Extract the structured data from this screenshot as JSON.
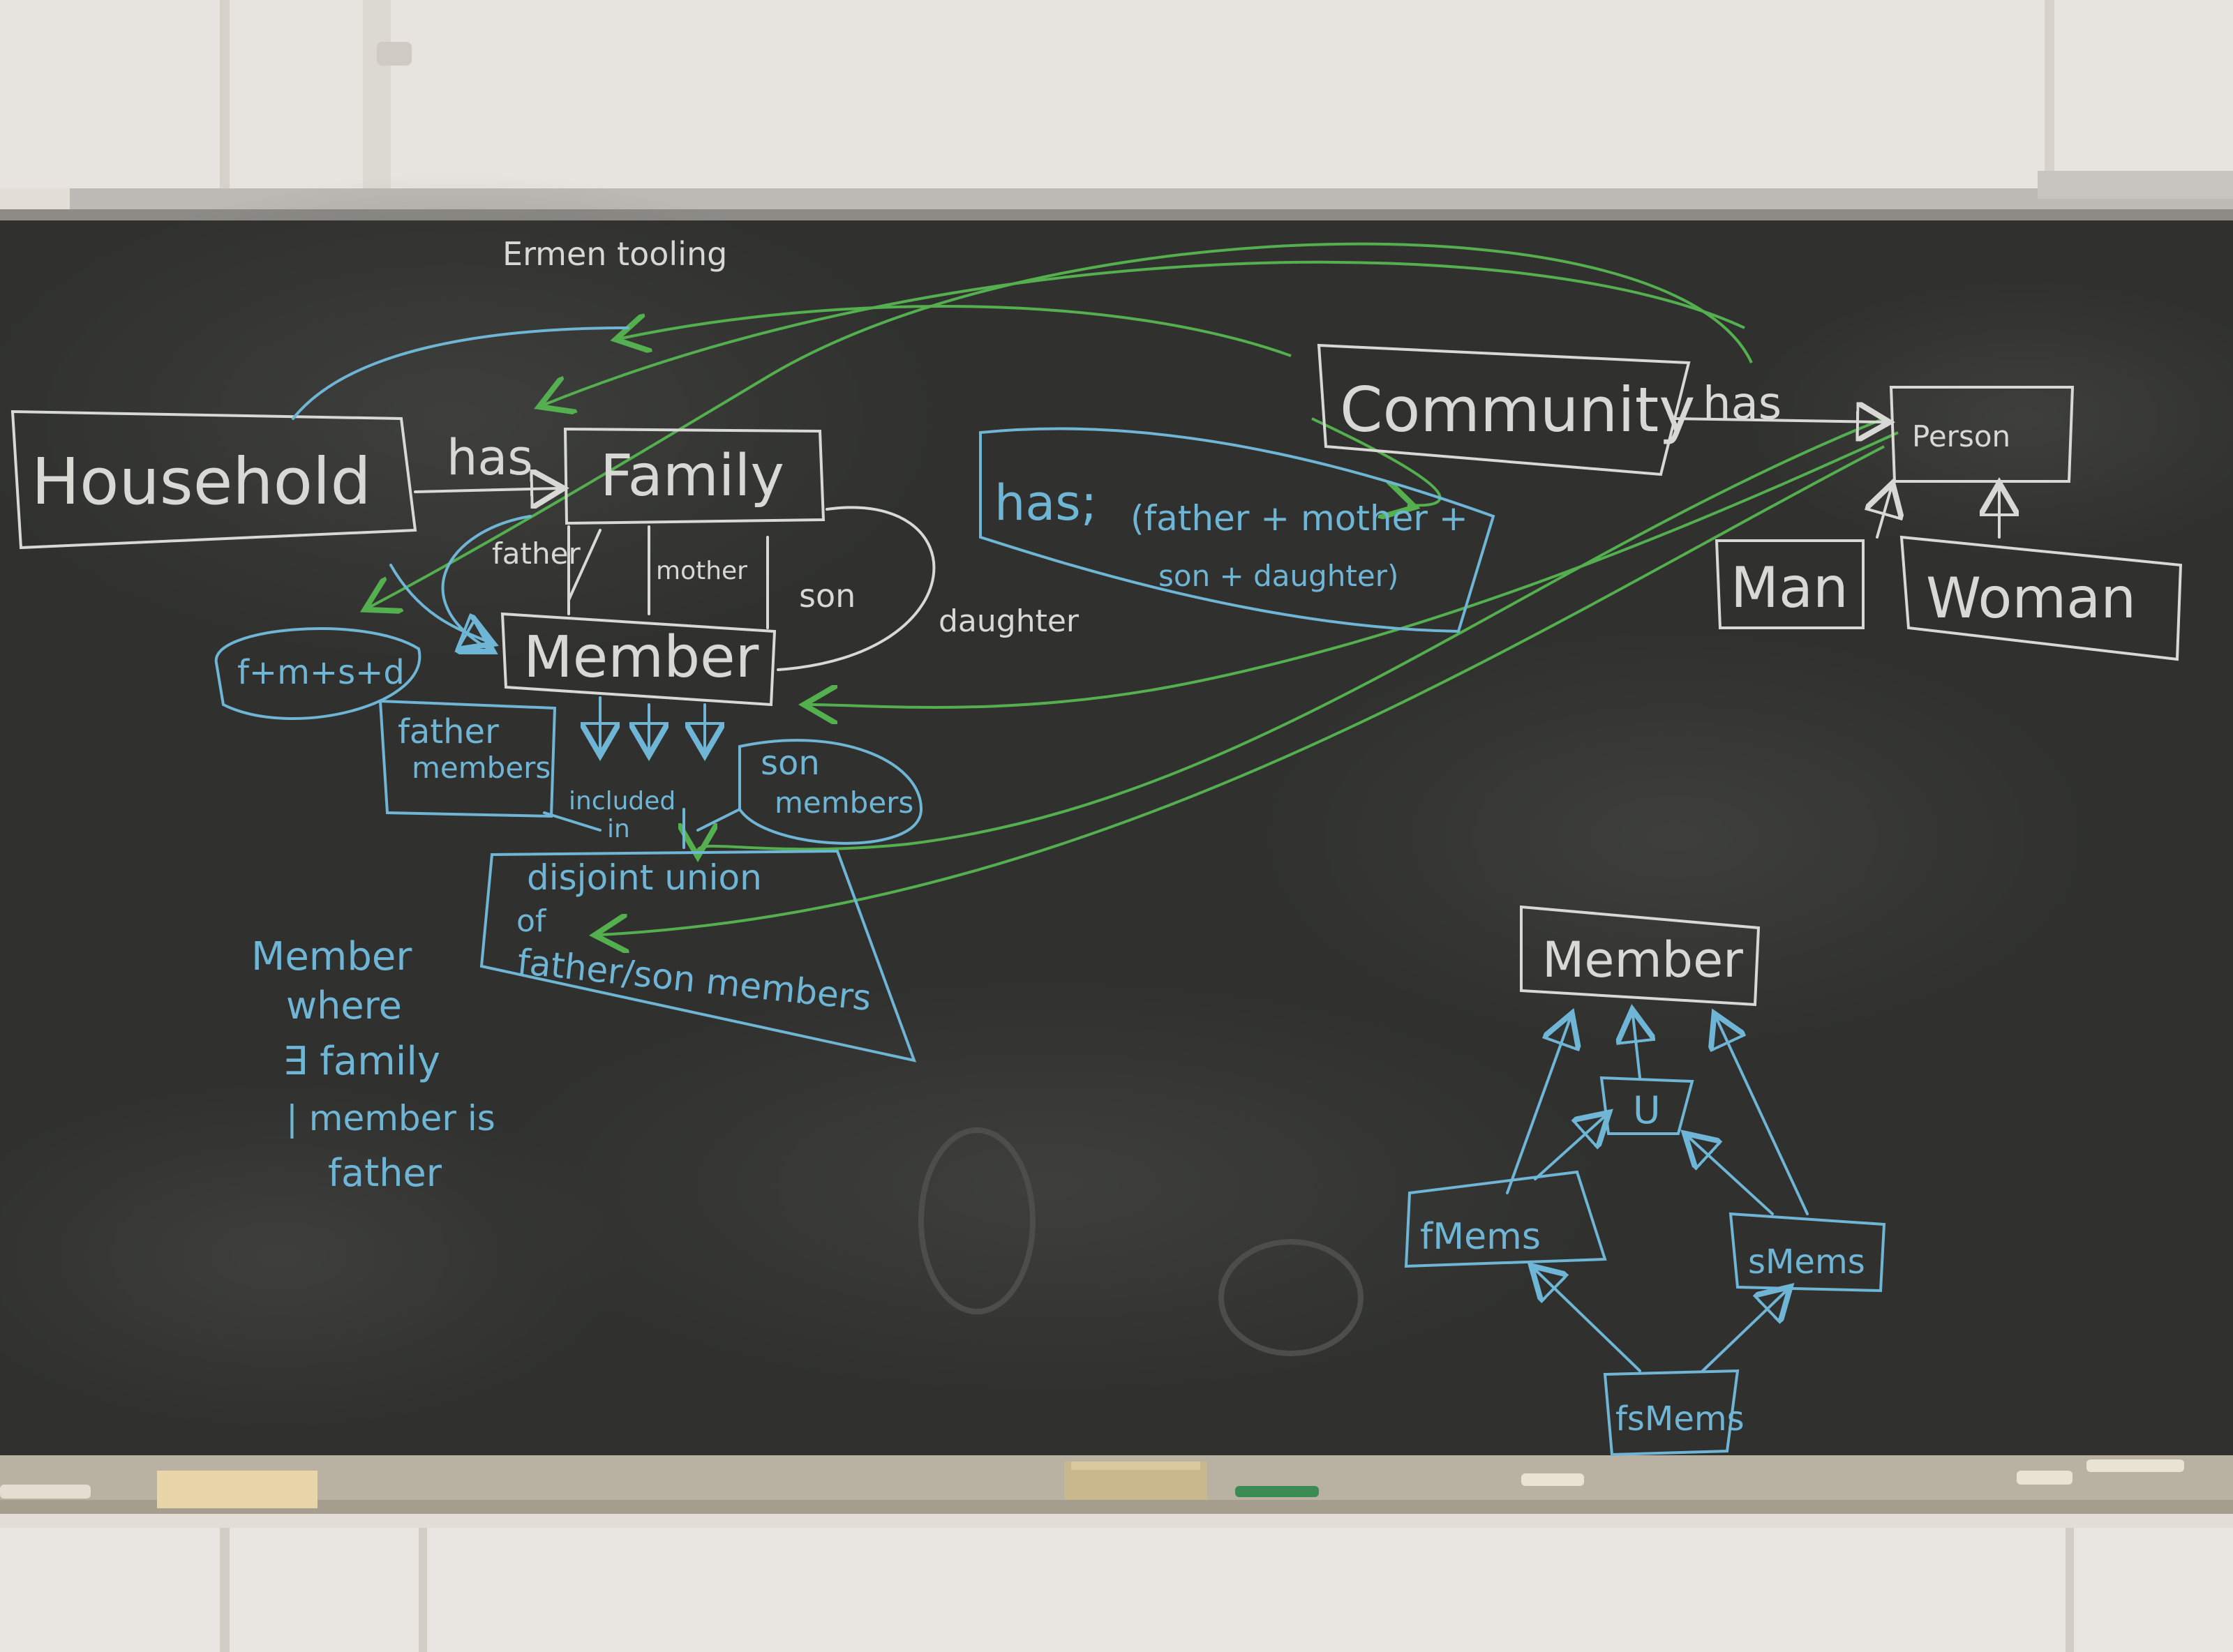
{
  "colors": {
    "wall": "#e2ddd7",
    "board": "#30312f",
    "frame": "#8c8b86",
    "chalk_white": "#d8d8d4",
    "chalk_blue": "#6fb6d6",
    "chalk_green": "#54b04e",
    "tray": "#b9b2a2"
  },
  "top_note": "Ermen tooling",
  "left_diagram": {
    "household": "Household",
    "has_1": "has",
    "family": "Family",
    "role_father": "father",
    "role_mother": "mother",
    "role_son": "son",
    "role_daughter": "daughter",
    "member": "Member",
    "fmsd": "f+m+s+d",
    "father_members": [
      "father",
      "members"
    ],
    "son_members": [
      "son",
      "members"
    ],
    "included_in": [
      "included",
      "in"
    ],
    "disjoint_union": [
      "disjoint union",
      "of",
      "father/son members"
    ],
    "where_note": [
      "Member",
      "where",
      "∃ family",
      "| member is",
      "father"
    ]
  },
  "middle_note": {
    "has": "has;",
    "line1": "(father + mother +",
    "line2": "son + daughter)"
  },
  "right_diagram": {
    "community": "Community",
    "has_2": "has",
    "person": "Person",
    "man": "Man",
    "woman": "Woman"
  },
  "bottom_right": {
    "member": "Member",
    "union": "U",
    "f_mems": "fMems",
    "s_mems": "sMems",
    "fs_mems": "fsMems"
  }
}
